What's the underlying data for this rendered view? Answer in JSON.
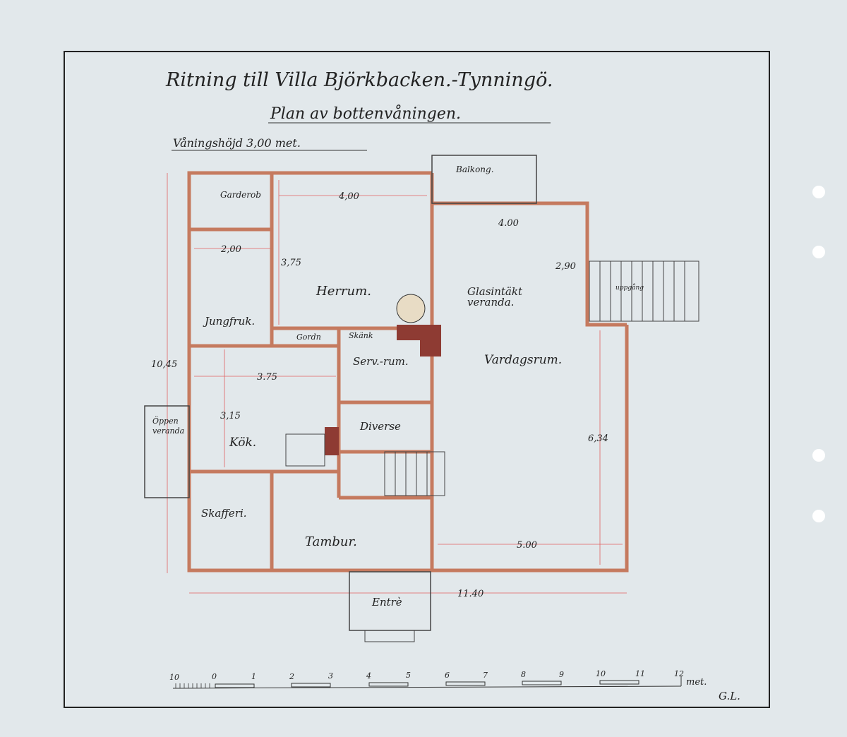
{
  "title": "Ritning till Villa Björkbacken.-Tynningö.",
  "subtitle": "Plan av bottenvåningen.",
  "floor_height": "Våningshöjd 3,00 met.",
  "rooms": {
    "garderob": "Garderob",
    "jungfruk": "Jungfruk.",
    "herrum": "Herrum.",
    "balkong": "Balkong.",
    "glasintakt1": "Glasintäkt",
    "glasintakt2": "veranda.",
    "gordn": "Gordn",
    "skank": "Skänk",
    "servrum": "Serv.-rum.",
    "vardagsrum": "Vardagsrum.",
    "kok": "Kök.",
    "diverse": "Diverse",
    "oppen1": "Öppen",
    "oppen2": "veranda",
    "skafferi": "Skafferi.",
    "tambur": "Tambur.",
    "entre": "Entrè",
    "uppgang": "uppgång"
  },
  "dimensions": {
    "total_height": "10,45",
    "total_width": "11.40",
    "herrum_w": "4,00",
    "herrum_h": "3,75",
    "jungfruk_w": "2,00",
    "veranda_w": "4.00",
    "veranda_h": "2,90",
    "kok_w": "3.75",
    "kok_h": "3,15",
    "vardagsrum_h": "6,34",
    "vardagsrum_w": "5.00"
  },
  "scale": {
    "labels": [
      "10",
      "0",
      "1",
      "2",
      "3",
      "4",
      "5",
      "6",
      "7",
      "8",
      "9",
      "10",
      "11",
      "12"
    ],
    "unit": "met."
  },
  "signature": "G.L."
}
